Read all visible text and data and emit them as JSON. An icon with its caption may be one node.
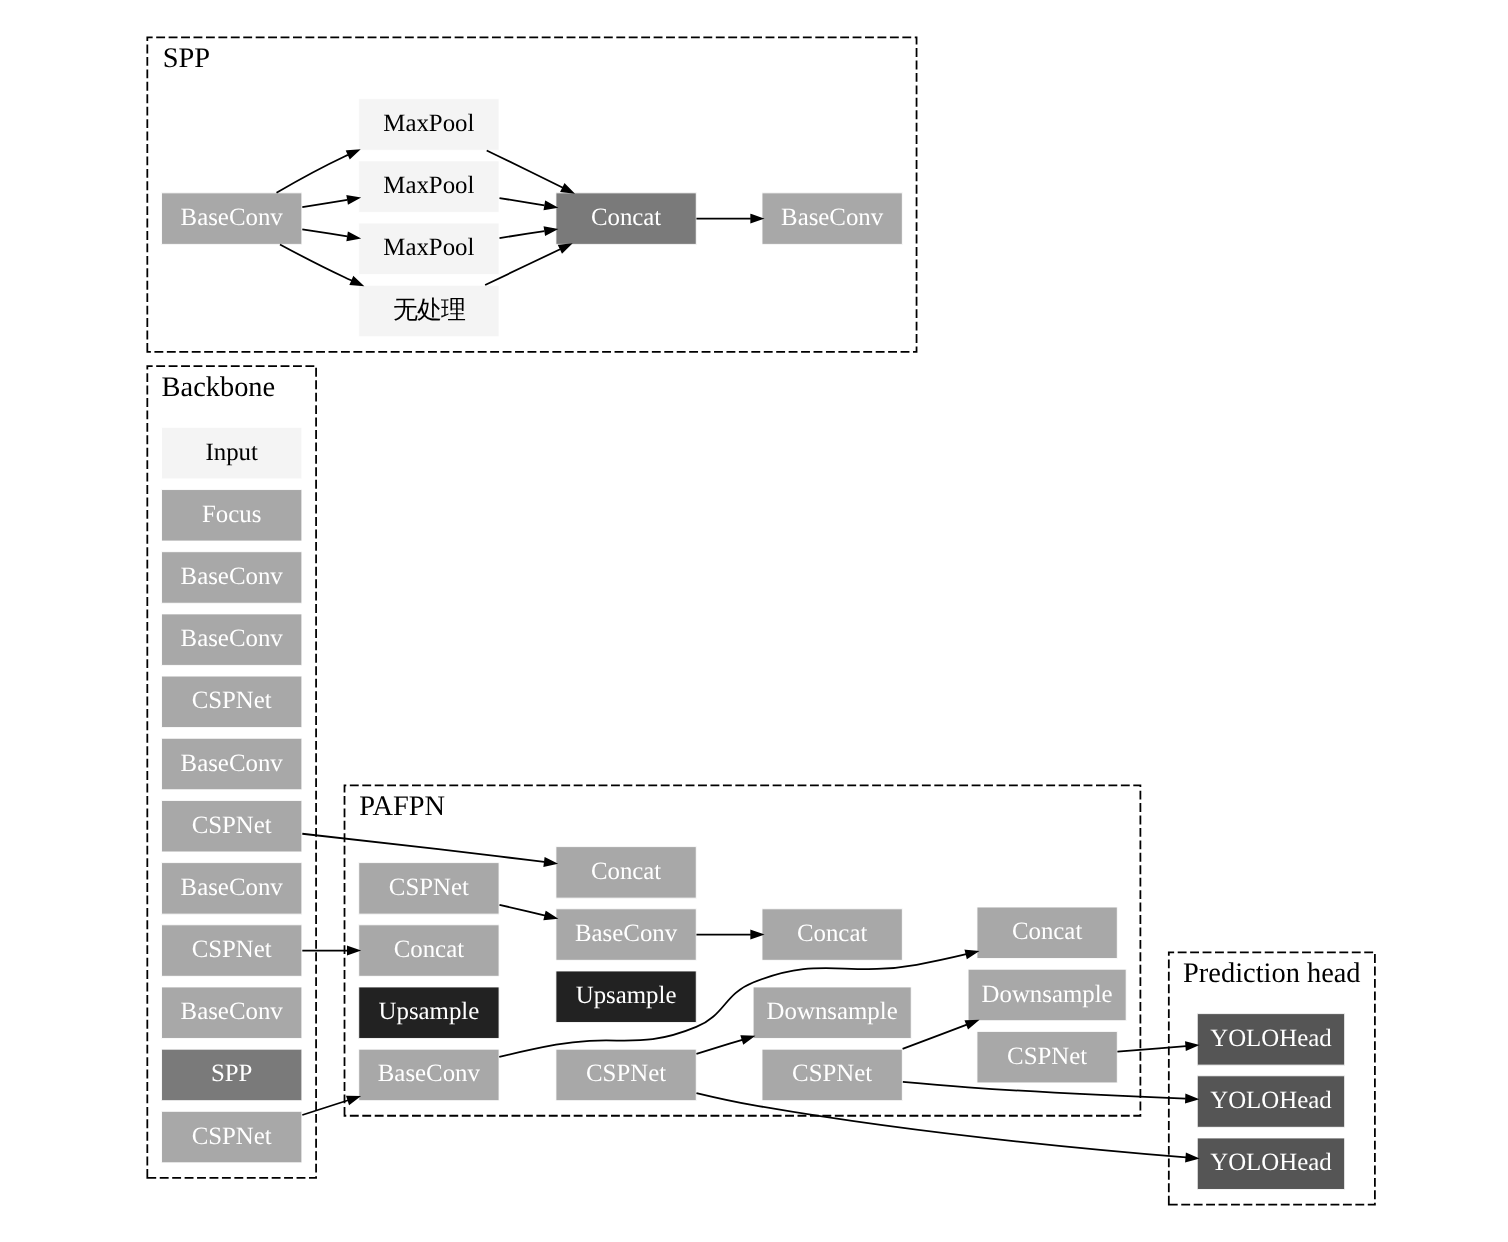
{
  "diagram": {
    "nodes": [
      {
        "text": [
          "Backbone"
        ]
      },
      {
        "text": [
          "Input"
        ],
        "in": 0
      },
      {
        "text": [
          "Focus"
        ],
        "in": 0
      },
      {
        "text": [
          "BaseConv"
        ],
        "in": 0
      },
      {
        "text": [
          "BaseConv"
        ],
        "in": 0
      },
      {
        "text": [
          "CSPNet"
        ],
        "in": 0
      },
      {
        "text": [
          "BaseConv"
        ],
        "in": 0
      },
      {
        "text": [
          "CSPNet"
        ],
        "in": 0
      },
      {
        "text": [
          "BaseConv"
        ],
        "in": 0
      },
      {
        "text": [
          "CSPNet"
        ],
        "in": 0
      },
      {
        "text": [
          "BaseConv"
        ],
        "in": 0
      },
      {
        "text": [
          "SPP"
        ],
        "in": 0
      },
      {
        "text": [
          "CSPNet"
        ],
        "in": 0
      },
      {
        "text": [
          "SPP"
        ]
      },
      {
        "text": [
          "BaseConv"
        ],
        "in": 13
      },
      {
        "text": [
          "无处理"
        ],
        "in": 13
      },
      {
        "text": [
          "MaxPool"
        ],
        "in": 13
      },
      {
        "text": [
          "MaxPool"
        ],
        "in": 13
      },
      {
        "text": [
          "MaxPool"
        ],
        "in": 13
      },
      {
        "text": [
          "Concat"
        ],
        "in": 13
      },
      {
        "text": [
          "BaseConv"
        ],
        "in": 13
      },
      {
        "text": [
          "PAFPN"
        ]
      },
      {
        "text": [
          "CSPNet"
        ],
        "in": 21
      },
      {
        "text": [
          "Concat"
        ],
        "in": 21
      },
      {
        "text": [
          "Upsample"
        ],
        "in": 21
      },
      {
        "text": [
          "BaseConv"
        ],
        "in": 21
      },
      {
        "text": [
          "CSPNet"
        ],
        "in": 21
      },
      {
        "text": [
          "Concat"
        ],
        "in": 21
      },
      {
        "text": [
          "Upsample"
        ],
        "in": 21
      },
      {
        "text": [
          "BaseConv"
        ],
        "in": 21
      },
      {
        "text": [
          "Downsample"
        ],
        "in": 21
      },
      {
        "text": [
          "Concat"
        ],
        "in": 21
      },
      {
        "text": [
          "CSPNet"
        ],
        "in": 21
      },
      {
        "text": [
          "Downsample"
        ],
        "in": 21
      },
      {
        "text": [
          "Concat"
        ],
        "in": 21
      },
      {
        "text": [
          "CSPNet"
        ],
        "in": 21
      },
      {
        "text": [
          "Prediction head"
        ]
      },
      {
        "text": [
          "YOLOHead"
        ],
        "in": 36
      },
      {
        "text": [
          "YOLOHead"
        ],
        "in": 36
      },
      {
        "text": [
          "YOLOHead"
        ],
        "in": 36
      }
    ],
    "edges": [
      {
        "from": 14,
        "to": 15,
        "arrow": "to"
      },
      {
        "from": 14,
        "to": 16,
        "arrow": "to"
      },
      {
        "from": 14,
        "to": 17,
        "arrow": "to"
      },
      {
        "from": 14,
        "to": 18,
        "arrow": "to"
      },
      {
        "from": 15,
        "to": 19,
        "arrow": "to"
      },
      {
        "from": 16,
        "to": 19,
        "arrow": "to"
      },
      {
        "from": 17,
        "to": 19,
        "arrow": "to"
      },
      {
        "from": 18,
        "to": 19,
        "arrow": "to"
      },
      {
        "from": 19,
        "to": 20,
        "arrow": "to"
      },
      {
        "from": 7,
        "to": 27,
        "arrow": "to"
      },
      {
        "from": 9,
        "to": 23,
        "arrow": "to"
      },
      {
        "from": 12,
        "to": 25,
        "arrow": "to"
      },
      {
        "from": 22,
        "to": 29,
        "arrow": "to"
      },
      {
        "from": 29,
        "to": 31,
        "arrow": "to"
      },
      {
        "from": 26,
        "to": 37,
        "arrow": "to"
      },
      {
        "from": 26,
        "to": 30,
        "arrow": "to"
      },
      {
        "from": 25,
        "to": 34,
        "arrow": "to"
      },
      {
        "from": 32,
        "to": 38,
        "arrow": "to"
      },
      {
        "from": 32,
        "to": 33,
        "arrow": "to"
      },
      {
        "from": 35,
        "to": 39,
        "arrow": "to"
      }
    ]
  }
}
